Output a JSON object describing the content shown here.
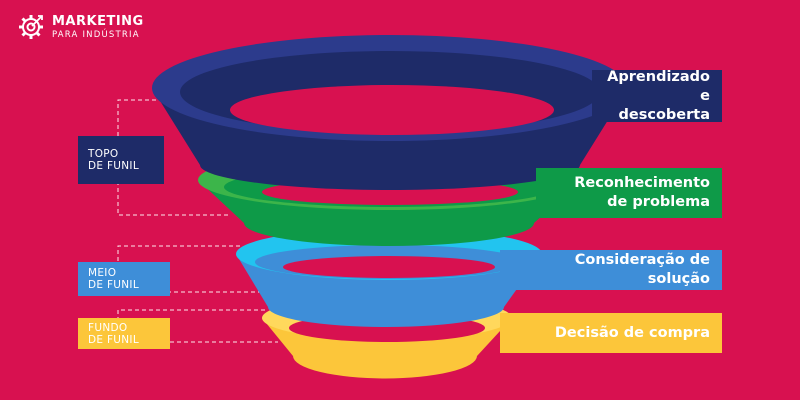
{
  "brand": {
    "title": "MARKETING",
    "subtitle": "PARA INDÚSTRIA",
    "icon": "gear-target-icon"
  },
  "colors": {
    "background": "#d81150",
    "navy": "#1e2b68",
    "navy_light": "#2c3b8c",
    "green": "#0e9a48",
    "green_light": "#3cb54a",
    "blue": "#3e8ed8",
    "cyan": "#22c4ef",
    "yellow": "#fcc63a",
    "yellow_light": "#ffd85c",
    "white": "#ffffff"
  },
  "stages": [
    {
      "line1": "Aprendizado",
      "line2": "e descoberta"
    },
    {
      "line1": "Reconhecimento",
      "line2": "de problema"
    },
    {
      "line1": "Consideração de solução",
      "line2": ""
    },
    {
      "line1": "Decisão de compra",
      "line2": ""
    }
  ],
  "levels": [
    {
      "line1": "TOPO",
      "line2": "DE FUNIL"
    },
    {
      "line1": "MEIO",
      "line2": "DE FUNIL"
    },
    {
      "line1": "FUNDO",
      "line2": "DE FUNIL"
    }
  ]
}
